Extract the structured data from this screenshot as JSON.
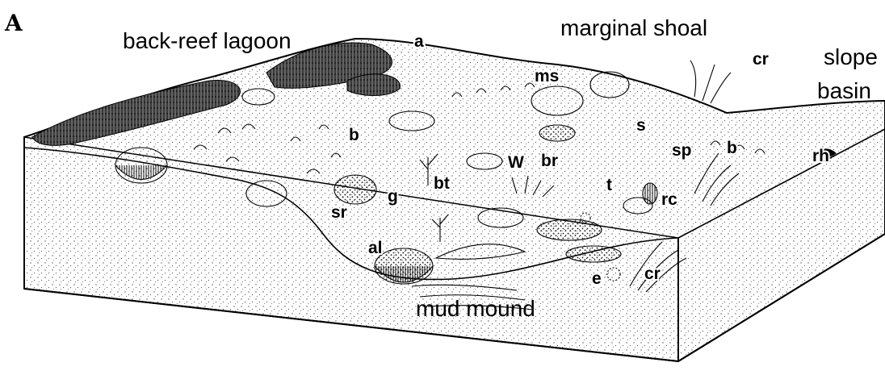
{
  "panel_label": "A",
  "regions": {
    "back_reef_lagoon": "back-reef lagoon",
    "marginal_shoal": "marginal shoal",
    "slope": "slope",
    "basin": "basin",
    "mud_mound": "mud mound"
  },
  "abbreviations": {
    "a": "a",
    "ms": "ms",
    "cr_top": "cr",
    "s": "s",
    "sp": "sp",
    "b_right": "b",
    "rh": "rh",
    "b_left": "b",
    "W": "W",
    "br": "br",
    "bt": "bt",
    "g": "g",
    "t": "t",
    "rc": "rc",
    "sr": "sr",
    "al": "al",
    "e": "e",
    "cr_bottom": "cr"
  },
  "colors": {
    "ink": "#000000",
    "paper": "#ffffff",
    "stipple": "#555555"
  }
}
